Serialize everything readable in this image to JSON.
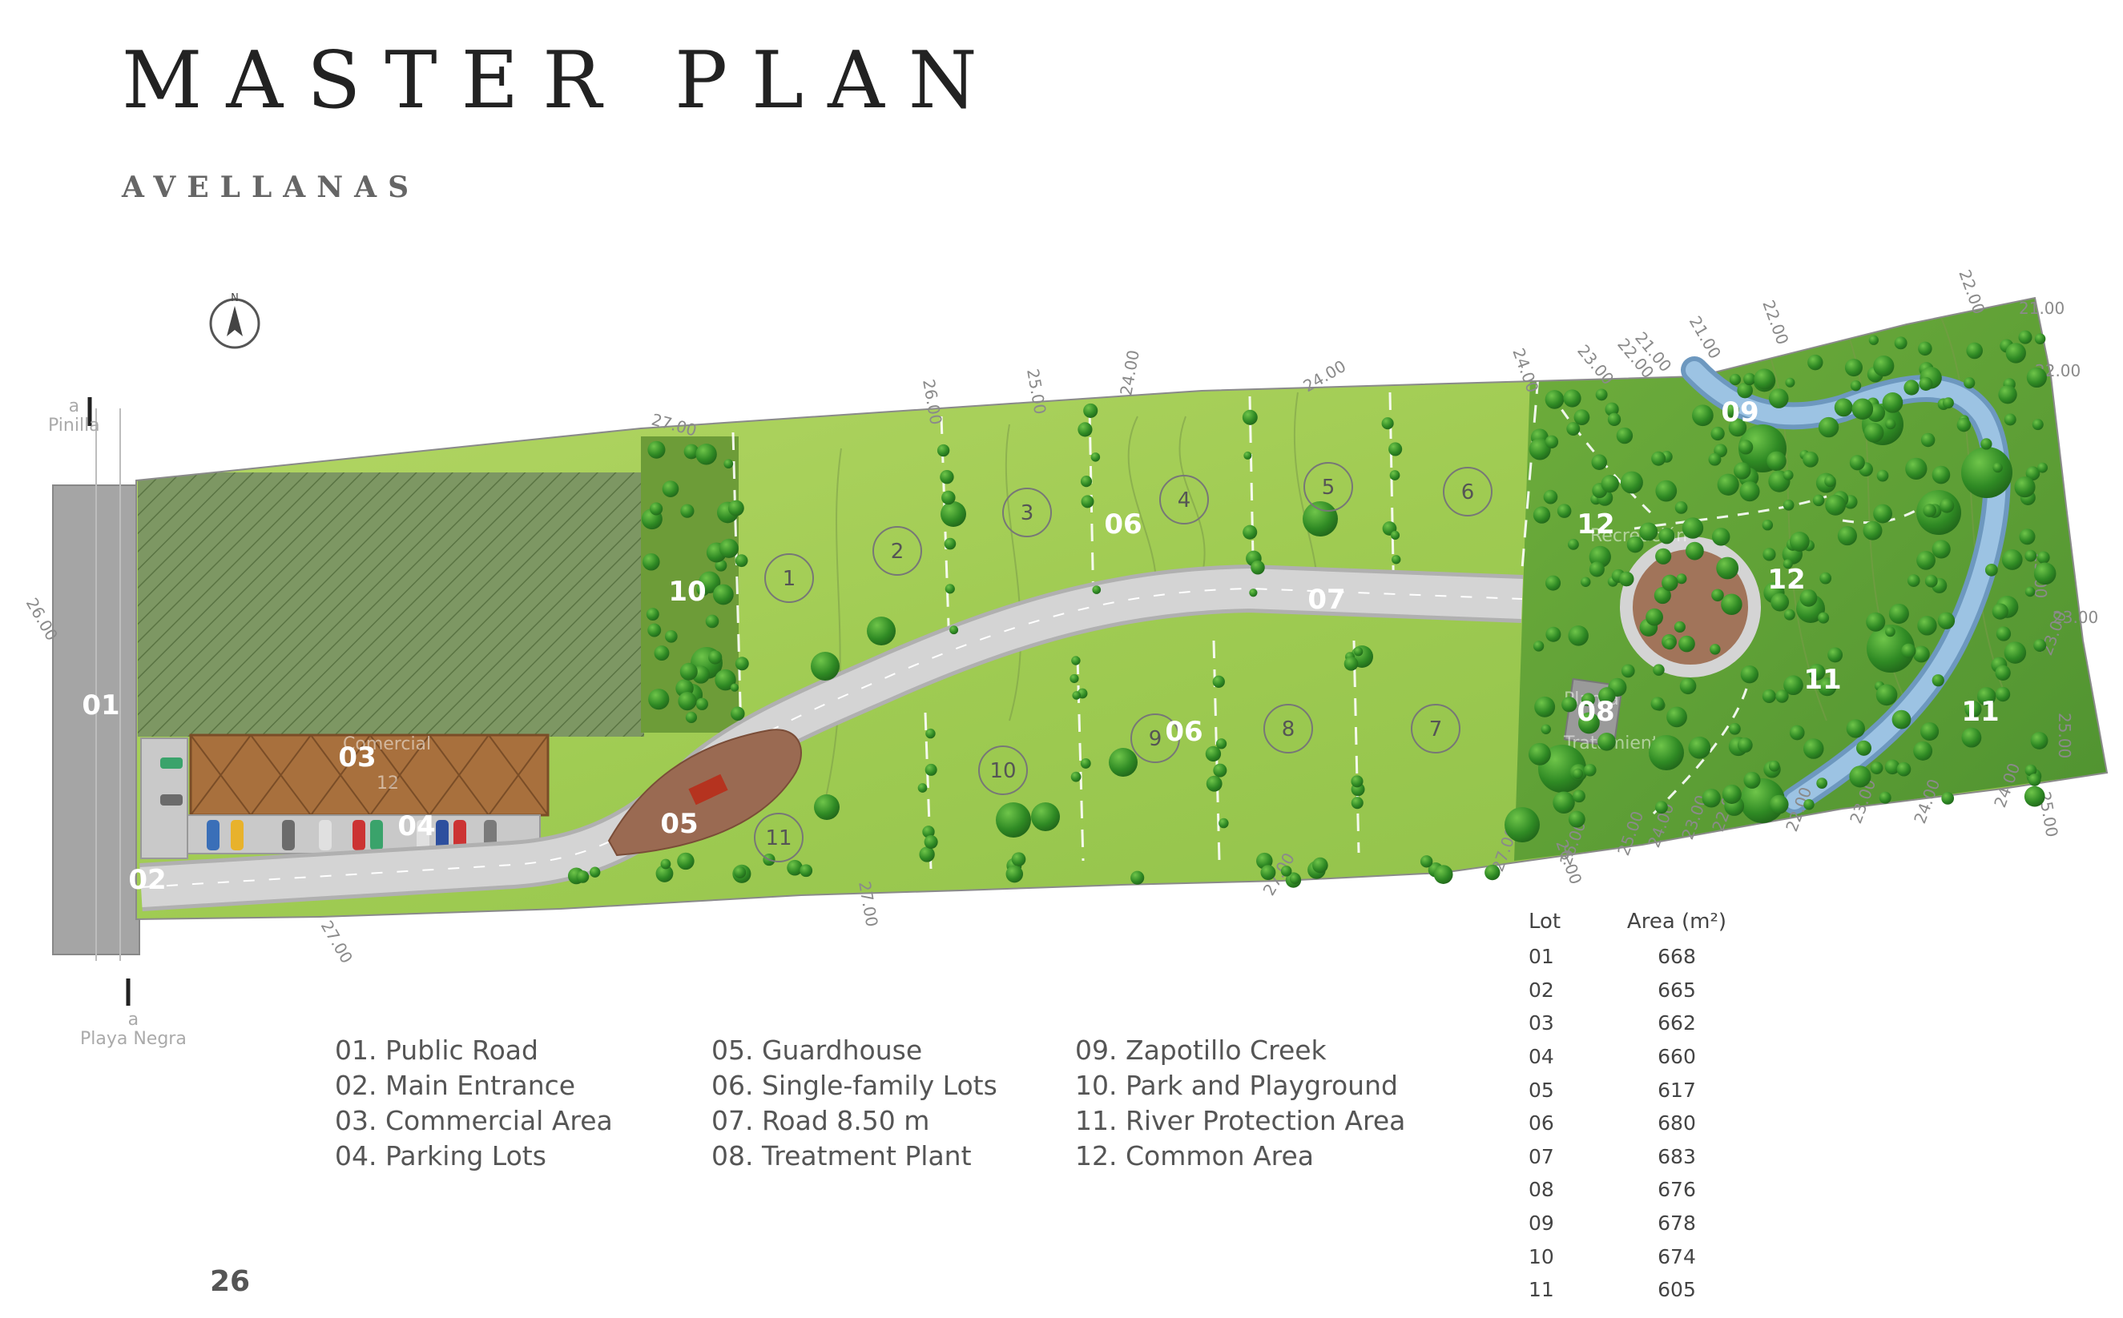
{
  "header": {
    "title": "MASTER PLAN",
    "subtitle": "AVELLANAS"
  },
  "map": {
    "compass_label": "N",
    "places": {
      "north": {
        "prefix": "a",
        "name": "Pinilla"
      },
      "south": {
        "prefix": "a",
        "name": "Playa  Negra"
      }
    },
    "zone_labels": [
      "01",
      "02",
      "03",
      "04",
      "05",
      "06",
      "06",
      "07",
      "08",
      "09",
      "10",
      "11",
      "11",
      "12",
      "12"
    ],
    "lot_numbers": [
      "1",
      "2",
      "3",
      "4",
      "5",
      "6",
      "7",
      "8",
      "9",
      "10",
      "11"
    ],
    "contour_labels": [
      "27.00",
      "26.00",
      "25.00",
      "24.00",
      "24.00",
      "24.00",
      "23.00",
      "22.00",
      "21.00",
      "21.00",
      "22.00",
      "22.00",
      "21.00",
      "22.00",
      "23.00",
      "24.00",
      "25.00",
      "26.00",
      "27.00",
      "27.00",
      "27.00",
      "26.00",
      "25.00",
      "24.00",
      "23.00",
      "22.00",
      "22.00",
      "23.00",
      "24.00",
      "25.00",
      "26.00",
      "27.00",
      "23.00",
      "23.00"
    ],
    "faded_labels": [
      "Comercial",
      "12",
      "Recreación",
      "Planta",
      "Tratamiento"
    ],
    "colors": {
      "grass": "#9bc750",
      "dark_grass": "#5f9a34",
      "road": "#c8c8c8",
      "creek": "#8ab6d8",
      "commercial": "#a86f3a",
      "hatch": "#5d7a45"
    }
  },
  "legend": {
    "col1": [
      "01.  Public Road",
      "02. Main Entrance",
      "03. Commercial Area",
      "04. Parking Lots"
    ],
    "col2": [
      "05. Guardhouse",
      "06. Single-family Lots",
      "07. Road 8.50 m",
      "08. Treatment Plant"
    ],
    "col3": [
      "09. Zapotillo Creek",
      "10. Park and Playground",
      "11.  River Protection Area",
      "12. Common Area"
    ]
  },
  "lot_table": {
    "headers": [
      "Lot",
      "Area (m²)"
    ],
    "rows": [
      [
        "01",
        "668"
      ],
      [
        "02",
        "665"
      ],
      [
        "03",
        "662"
      ],
      [
        "04",
        "660"
      ],
      [
        "05",
        "617"
      ],
      [
        "06",
        "680"
      ],
      [
        "07",
        "683"
      ],
      [
        "08",
        "676"
      ],
      [
        "09",
        "678"
      ],
      [
        "10",
        "674"
      ],
      [
        "11",
        "605"
      ]
    ]
  },
  "page_number": "26"
}
